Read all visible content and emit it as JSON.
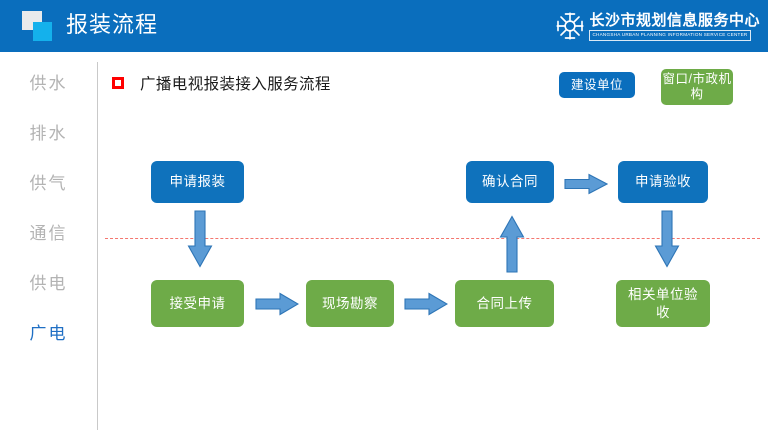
{
  "header": {
    "title": "报装流程",
    "logo_icon": "two-squares-logo-icon",
    "brand_mark_icon": "snowflake-gear-icon",
    "brand_cn": "长沙市规划信息服务中心",
    "brand_en": "CHANGSHA URBAN PLANNING INFORMATION SERVICE CENTER",
    "background_color": "#0a6ebd"
  },
  "sidebar": {
    "items": [
      {
        "label": "供水",
        "active": false
      },
      {
        "label": "排水",
        "active": false
      },
      {
        "label": "供气",
        "active": false
      },
      {
        "label": "通信",
        "active": false
      },
      {
        "label": "供电",
        "active": false
      },
      {
        "label": "广电",
        "active": true
      }
    ],
    "inactive_color": "#b3b3b3",
    "active_color": "#1f6fc4"
  },
  "content": {
    "page_title": "广播电视报装接入服务流程",
    "bullet_icon": "red-square-bullet-icon",
    "bullet_color": "#ff0000",
    "legend": [
      {
        "label": "建设单位",
        "color": "#0a6ebd"
      },
      {
        "label": "窗口/市政机构",
        "color": "#6eab48"
      }
    ],
    "separator": {
      "style": "dashed",
      "color": "#f4766f"
    },
    "nodes": {
      "apply": "申请报装",
      "confirm_contract": "确认合同",
      "apply_acceptance": "申请验收",
      "receive_apply": "接受申请",
      "site_survey": "现场勘察",
      "contract_upload": "合同上传",
      "unit_acceptance": "相关单位验收"
    },
    "arrows": {
      "h1": "arrow-right-icon",
      "h2": "arrow-right-icon",
      "h3": "arrow-right-icon",
      "v_down1": "arrow-down-icon",
      "v_up1": "arrow-up-icon",
      "v_down2": "arrow-down-icon",
      "fill_color": "#5b9bd5",
      "stroke_color": "#2e75b6"
    }
  }
}
